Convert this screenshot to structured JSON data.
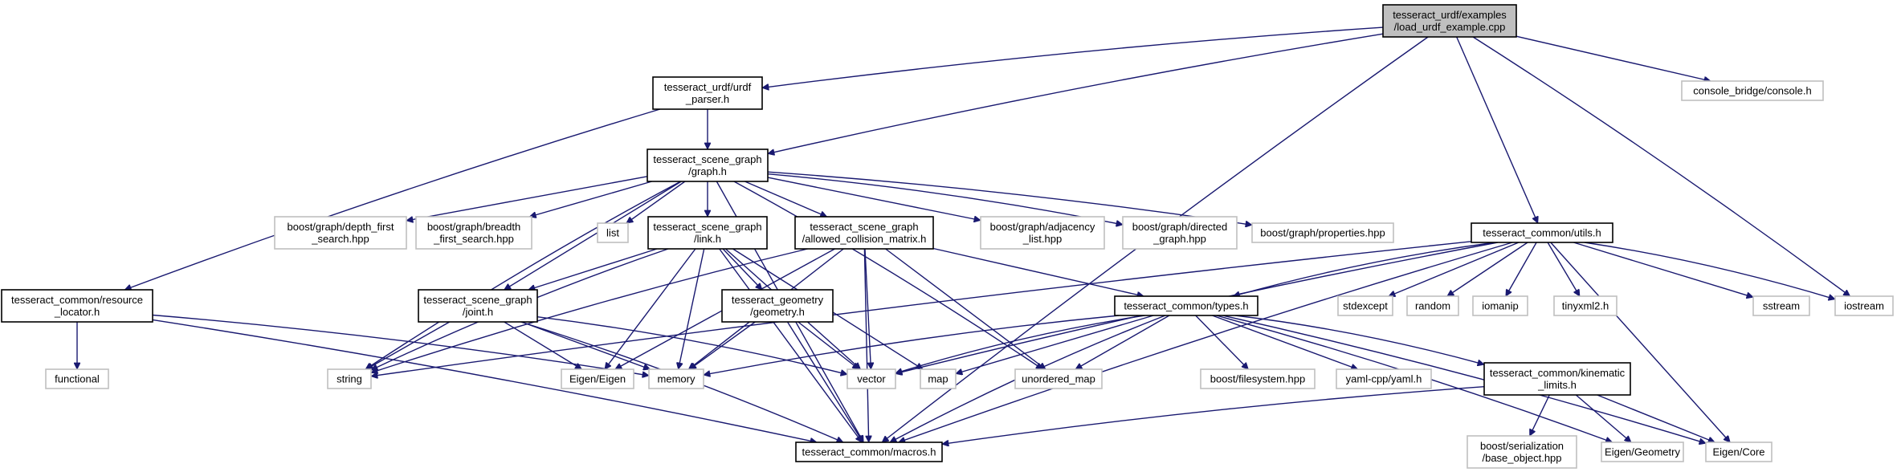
{
  "colors": {
    "edge": "#191970",
    "node_border_internal": "#000000",
    "node_border_external": "#bfbfbf",
    "node_fill_root": "#bfbfbf",
    "node_fill": "#ffffff"
  },
  "nodes": [
    {
      "id": "root",
      "lines": [
        "tesseract_urdf/examples",
        "/load_urdf_example.cpp"
      ],
      "kind": "root"
    },
    {
      "id": "urdf_parser",
      "lines": [
        "tesseract_urdf/urdf",
        "_parser.h"
      ],
      "kind": "internal"
    },
    {
      "id": "console",
      "lines": [
        "console_bridge/console.h"
      ],
      "kind": "external"
    },
    {
      "id": "graph",
      "lines": [
        "tesseract_scene_graph",
        "/graph.h"
      ],
      "kind": "internal"
    },
    {
      "id": "dfs",
      "lines": [
        "boost/graph/depth_first",
        "_search.hpp"
      ],
      "kind": "external"
    },
    {
      "id": "bfs",
      "lines": [
        "boost/graph/breadth",
        "_first_search.hpp"
      ],
      "kind": "external"
    },
    {
      "id": "list",
      "lines": [
        "list"
      ],
      "kind": "external"
    },
    {
      "id": "link",
      "lines": [
        "tesseract_scene_graph",
        "/link.h"
      ],
      "kind": "internal"
    },
    {
      "id": "acm",
      "lines": [
        "tesseract_scene_graph",
        "/allowed_collision_matrix.h"
      ],
      "kind": "internal"
    },
    {
      "id": "adjlist",
      "lines": [
        "boost/graph/adjacency",
        "_list.hpp"
      ],
      "kind": "external"
    },
    {
      "id": "directed",
      "lines": [
        "boost/graph/directed",
        "_graph.hpp"
      ],
      "kind": "external"
    },
    {
      "id": "props",
      "lines": [
        "boost/graph/properties.hpp"
      ],
      "kind": "external"
    },
    {
      "id": "utils",
      "lines": [
        "tesseract_common/utils.h"
      ],
      "kind": "internal"
    },
    {
      "id": "resloc",
      "lines": [
        "tesseract_common/resource",
        "_locator.h"
      ],
      "kind": "internal"
    },
    {
      "id": "joint",
      "lines": [
        "tesseract_scene_graph",
        "/joint.h"
      ],
      "kind": "internal"
    },
    {
      "id": "geometry",
      "lines": [
        "tesseract_geometry",
        "/geometry.h"
      ],
      "kind": "internal"
    },
    {
      "id": "types",
      "lines": [
        "tesseract_common/types.h"
      ],
      "kind": "internal"
    },
    {
      "id": "stdexcept",
      "lines": [
        "stdexcept"
      ],
      "kind": "external"
    },
    {
      "id": "random",
      "lines": [
        "random"
      ],
      "kind": "external"
    },
    {
      "id": "iomanip",
      "lines": [
        "iomanip"
      ],
      "kind": "external"
    },
    {
      "id": "tinyxml",
      "lines": [
        "tinyxml2.h"
      ],
      "kind": "external"
    },
    {
      "id": "sstream",
      "lines": [
        "sstream"
      ],
      "kind": "external"
    },
    {
      "id": "iostream",
      "lines": [
        "iostream"
      ],
      "kind": "external"
    },
    {
      "id": "functional",
      "lines": [
        "functional"
      ],
      "kind": "external"
    },
    {
      "id": "string",
      "lines": [
        "string"
      ],
      "kind": "external"
    },
    {
      "id": "eigen",
      "lines": [
        "Eigen/Eigen"
      ],
      "kind": "external"
    },
    {
      "id": "memory",
      "lines": [
        "memory"
      ],
      "kind": "external"
    },
    {
      "id": "vector",
      "lines": [
        "vector"
      ],
      "kind": "external"
    },
    {
      "id": "map",
      "lines": [
        "map"
      ],
      "kind": "external"
    },
    {
      "id": "umap",
      "lines": [
        "unordered_map"
      ],
      "kind": "external"
    },
    {
      "id": "bfs_fs",
      "lines": [
        "boost/filesystem.hpp"
      ],
      "kind": "external"
    },
    {
      "id": "yaml",
      "lines": [
        "yaml-cpp/yaml.h"
      ],
      "kind": "external"
    },
    {
      "id": "kin",
      "lines": [
        "tesseract_common/kinematic",
        "_limits.h"
      ],
      "kind": "internal"
    },
    {
      "id": "eigcore",
      "lines": [
        "Eigen/Core"
      ],
      "kind": "external"
    },
    {
      "id": "eiggeo",
      "lines": [
        "Eigen/Geometry"
      ],
      "kind": "external"
    },
    {
      "id": "serial",
      "lines": [
        "boost/serialization",
        "/base_object.hpp"
      ],
      "kind": "external"
    },
    {
      "id": "macros",
      "lines": [
        "tesseract_common/macros.h"
      ],
      "kind": "internal"
    }
  ],
  "edges": [
    [
      "root",
      "urdf_parser"
    ],
    [
      "root",
      "graph"
    ],
    [
      "root",
      "console"
    ],
    [
      "root",
      "utils"
    ],
    [
      "root",
      "iostream"
    ],
    [
      "root",
      "macros"
    ],
    [
      "urdf_parser",
      "graph"
    ],
    [
      "urdf_parser",
      "resloc"
    ],
    [
      "graph",
      "dfs"
    ],
    [
      "graph",
      "bfs"
    ],
    [
      "graph",
      "list"
    ],
    [
      "graph",
      "link"
    ],
    [
      "graph",
      "acm"
    ],
    [
      "graph",
      "adjlist"
    ],
    [
      "graph",
      "directed"
    ],
    [
      "graph",
      "props"
    ],
    [
      "graph",
      "string"
    ],
    [
      "graph",
      "joint"
    ],
    [
      "graph",
      "umap"
    ],
    [
      "graph",
      "macros"
    ],
    [
      "link",
      "joint"
    ],
    [
      "link",
      "geometry"
    ],
    [
      "link",
      "string"
    ],
    [
      "link",
      "eigen"
    ],
    [
      "link",
      "memory"
    ],
    [
      "link",
      "vector"
    ],
    [
      "link",
      "map"
    ],
    [
      "link",
      "macros"
    ],
    [
      "acm",
      "types"
    ],
    [
      "acm",
      "string"
    ],
    [
      "acm",
      "eigen"
    ],
    [
      "acm",
      "memory"
    ],
    [
      "acm",
      "vector"
    ],
    [
      "acm",
      "umap"
    ],
    [
      "acm",
      "macros"
    ],
    [
      "resloc",
      "functional"
    ],
    [
      "resloc",
      "memory"
    ],
    [
      "resloc",
      "macros"
    ],
    [
      "joint",
      "string"
    ],
    [
      "joint",
      "eigen"
    ],
    [
      "joint",
      "memory"
    ],
    [
      "joint",
      "vector"
    ],
    [
      "joint",
      "macros"
    ],
    [
      "geometry",
      "memory"
    ],
    [
      "geometry",
      "vector"
    ],
    [
      "geometry",
      "macros"
    ],
    [
      "utils",
      "types"
    ],
    [
      "utils",
      "stdexcept"
    ],
    [
      "utils",
      "random"
    ],
    [
      "utils",
      "iomanip"
    ],
    [
      "utils",
      "tinyxml"
    ],
    [
      "utils",
      "sstream"
    ],
    [
      "utils",
      "iostream"
    ],
    [
      "utils",
      "eigcore"
    ],
    [
      "utils",
      "string"
    ],
    [
      "utils",
      "vector"
    ],
    [
      "utils",
      "macros"
    ],
    [
      "types",
      "vector"
    ],
    [
      "types",
      "memory"
    ],
    [
      "types",
      "map"
    ],
    [
      "types",
      "umap"
    ],
    [
      "types",
      "bfs_fs"
    ],
    [
      "types",
      "yaml"
    ],
    [
      "types",
      "kin"
    ],
    [
      "types",
      "eigcore"
    ],
    [
      "types",
      "eiggeo"
    ],
    [
      "types",
      "macros"
    ],
    [
      "kin",
      "eiggeo"
    ],
    [
      "kin",
      "eigcore"
    ],
    [
      "kin",
      "serial"
    ],
    [
      "kin",
      "macros"
    ]
  ]
}
